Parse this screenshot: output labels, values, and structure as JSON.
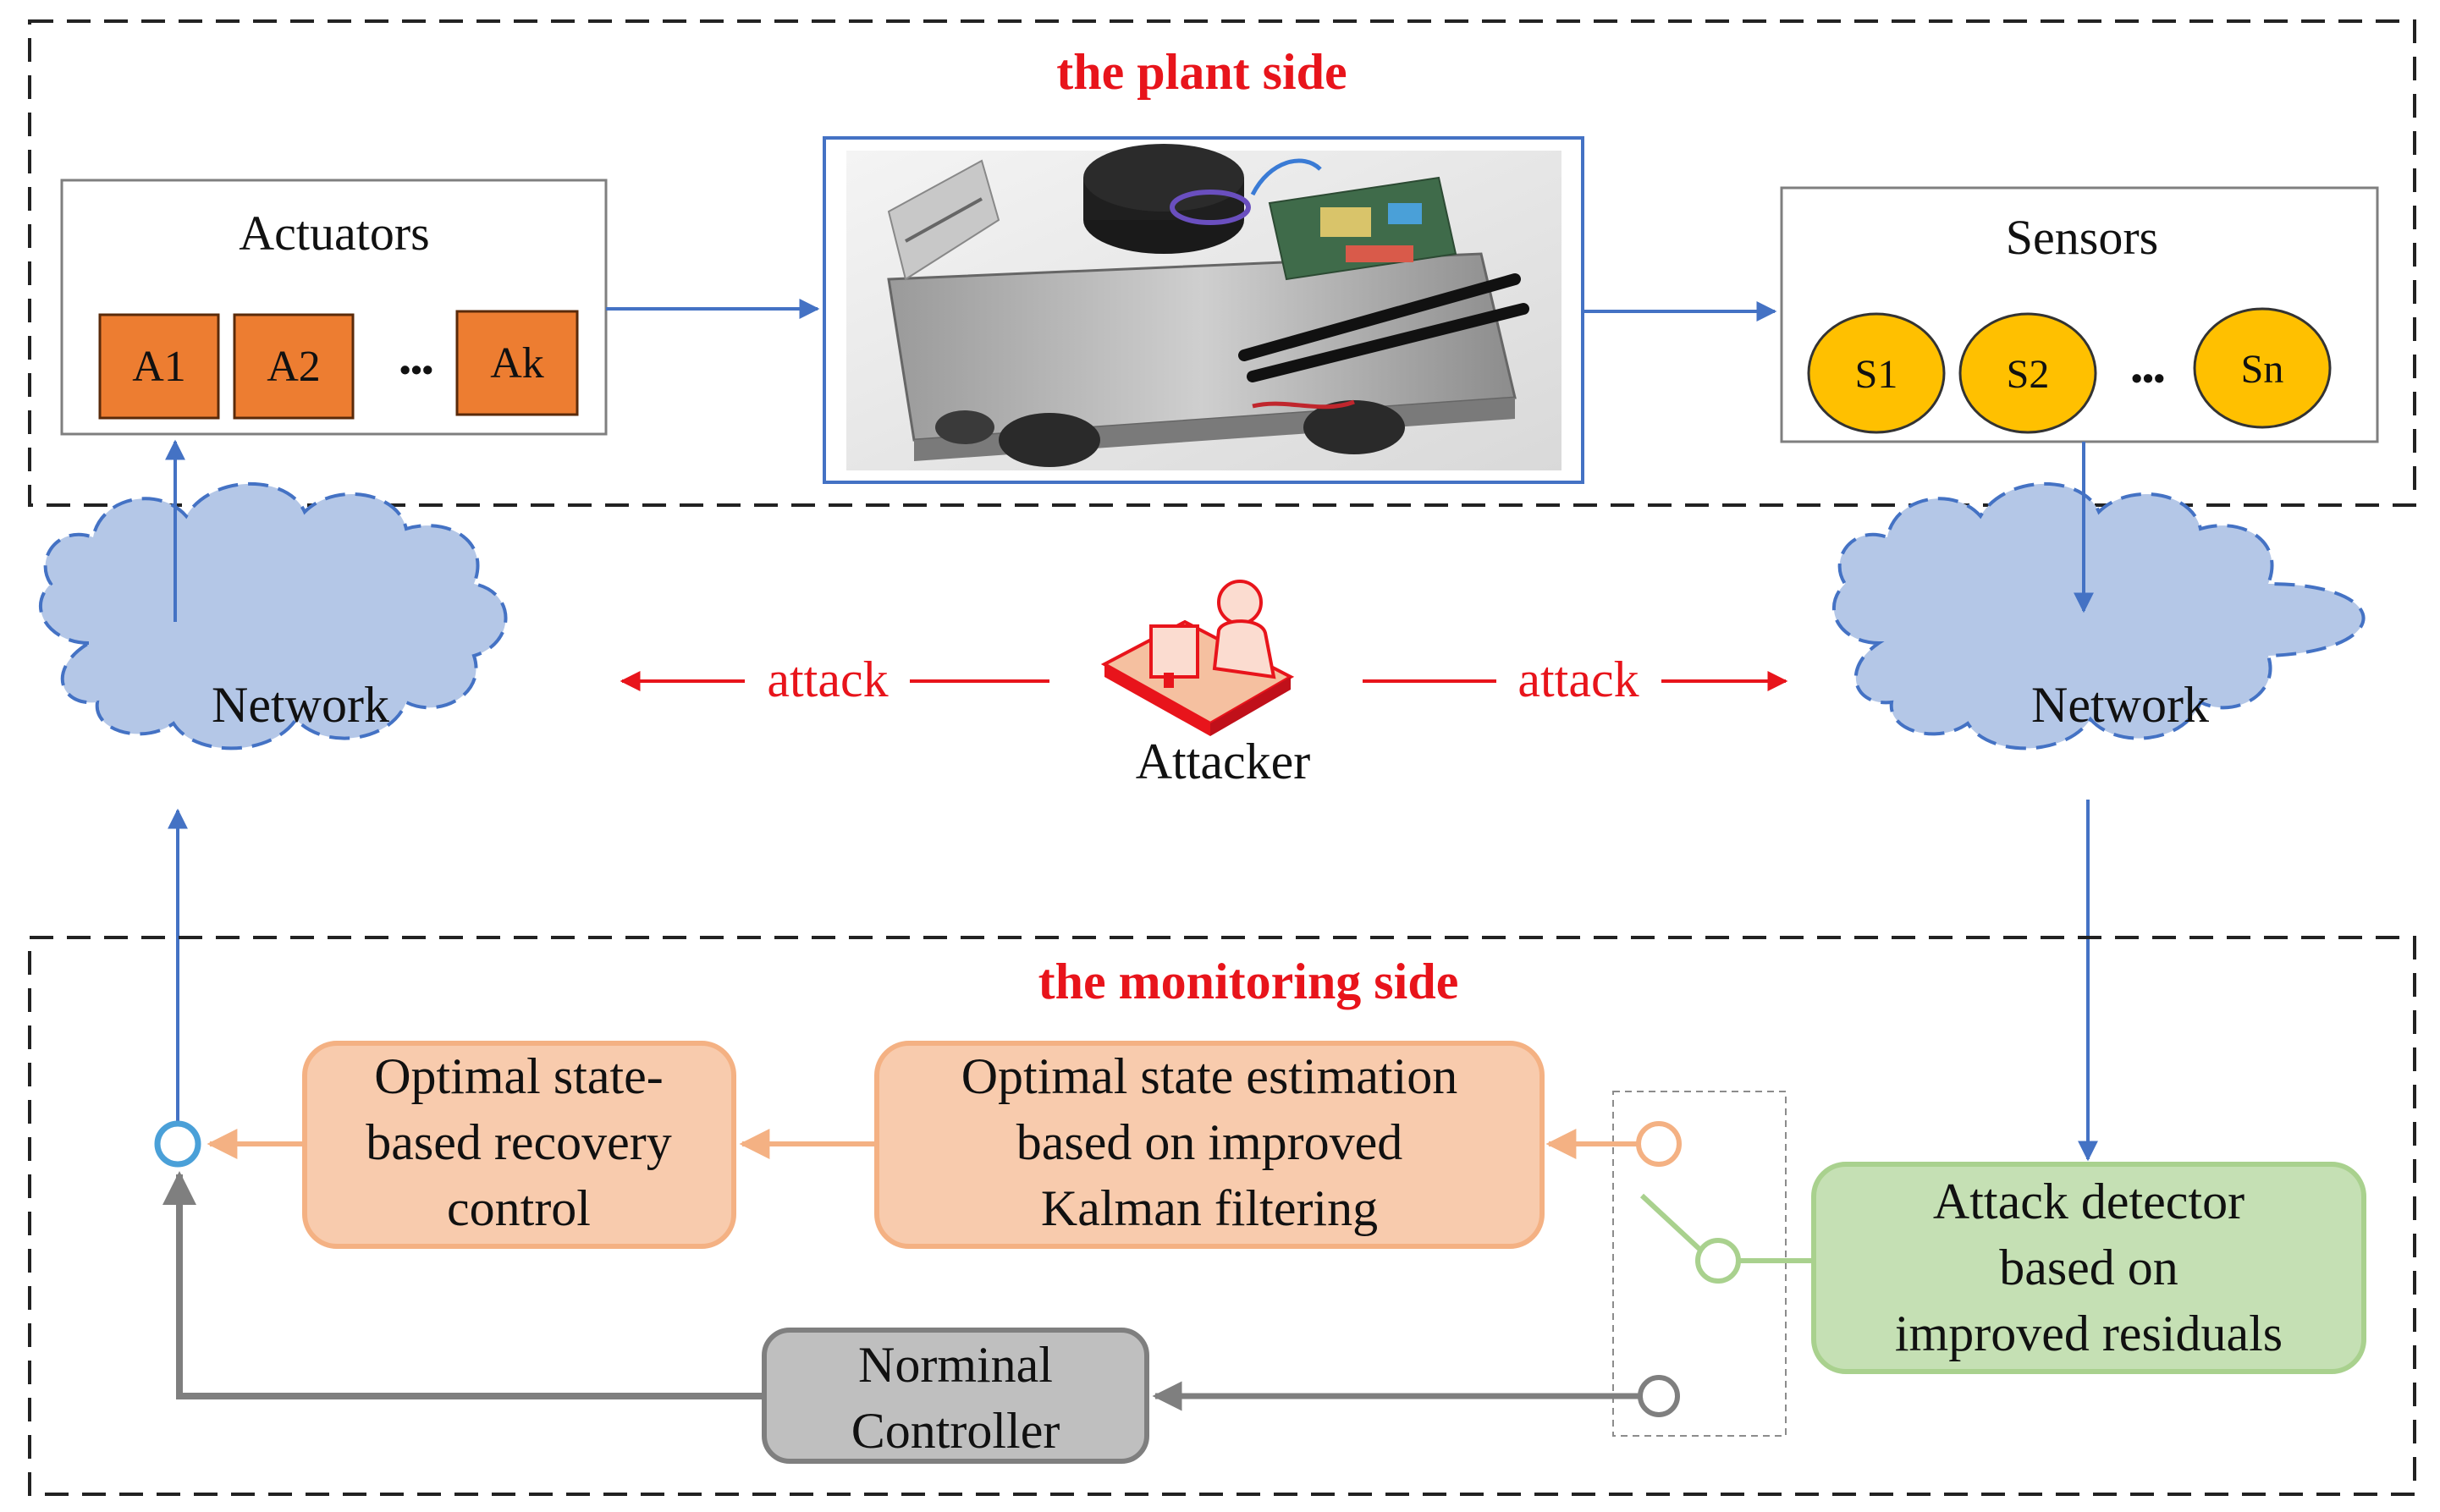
{
  "plant_side": {
    "title": "the plant side",
    "actuators": {
      "title": "Actuators",
      "items": [
        "A1",
        "A2",
        "Ak"
      ],
      "ellipsis": "•••"
    },
    "sensors": {
      "title": "Sensors",
      "items": [
        "S1",
        "S2",
        "Sn"
      ],
      "ellipsis": "•••"
    }
  },
  "network_left": {
    "label": "Network"
  },
  "network_right": {
    "label": "Network"
  },
  "attacker": {
    "label": "Attacker",
    "attack_left": "attack",
    "attack_right": "attack"
  },
  "monitoring_side": {
    "title": "the monitoring side",
    "recovery": {
      "lines": [
        "Optimal state-",
        "based recovery",
        "control"
      ]
    },
    "estimation": {
      "lines": [
        "Optimal state estimation",
        "based on improved",
        "Kalman filtering"
      ]
    },
    "detector": {
      "lines": [
        "Attack detector",
        "based on",
        "improved residuals"
      ]
    },
    "nominal": {
      "lines": [
        "Norminal",
        "Controller"
      ]
    }
  },
  "colors": {
    "title_red": "#e8141b",
    "attack_red": "#e8141b",
    "flow_blue": "#4472c4",
    "actuator_fill": "#ed7d31",
    "sensor_fill": "#ffc000",
    "cloud_fill": "#b4c7e7",
    "orange_box_fill": "#f8cbad",
    "orange_box_stroke": "#f4b183",
    "green_box_fill": "#c5e0b4",
    "green_box_stroke": "#a9d18e",
    "gray_box_fill": "#bfbfbf",
    "gray_stroke": "#7f7f7f"
  }
}
